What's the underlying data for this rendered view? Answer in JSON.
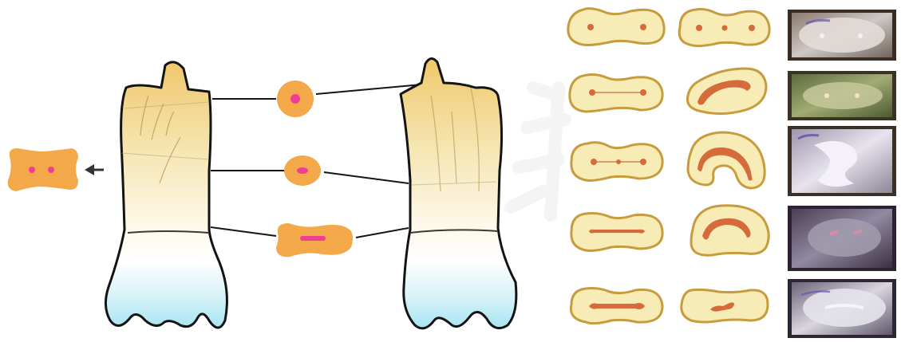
{
  "colors": {
    "root_top": "#f2d98a",
    "crown_bottom": "#a9e6f4",
    "section_fill": "#f2a545",
    "pulp_pink": "#ee3f91",
    "outline": "#151515",
    "schematic_fill": "#f8edb8",
    "schematic_outline": "#c9a04a",
    "canal_orange": "#d76a3e",
    "watermark": "#e8e8e8"
  },
  "icons": {
    "arrow": "left-arrow-icon",
    "watermark": "watermark-logo"
  },
  "schematic_columns": {
    "left_canal_types": [
      "two-canals",
      "two-canals-connected",
      "two-canals-isthmus",
      "two-canals-partial-isthmus",
      "single-ribbon-canal"
    ],
    "middle_canal_types": [
      "three-canals",
      "c-shape-canal",
      "s-shape-canal",
      "u-shape-canal",
      "short-ribbon-canal"
    ]
  },
  "photo_sections": [
    "photo-1",
    "photo-2",
    "photo-3",
    "photo-4",
    "photo-5"
  ]
}
